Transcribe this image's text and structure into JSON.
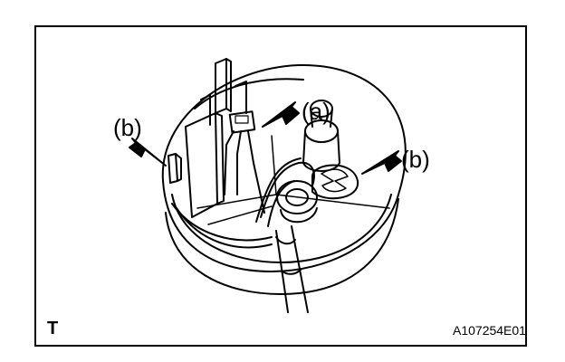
{
  "figure": {
    "corner_code": "T",
    "figure_id": "A107254E01",
    "callouts": {
      "a": "(a)",
      "b_left": "(b)",
      "b_right": "(b)"
    }
  },
  "colors": {
    "line": "#000000",
    "background": "#ffffff"
  }
}
